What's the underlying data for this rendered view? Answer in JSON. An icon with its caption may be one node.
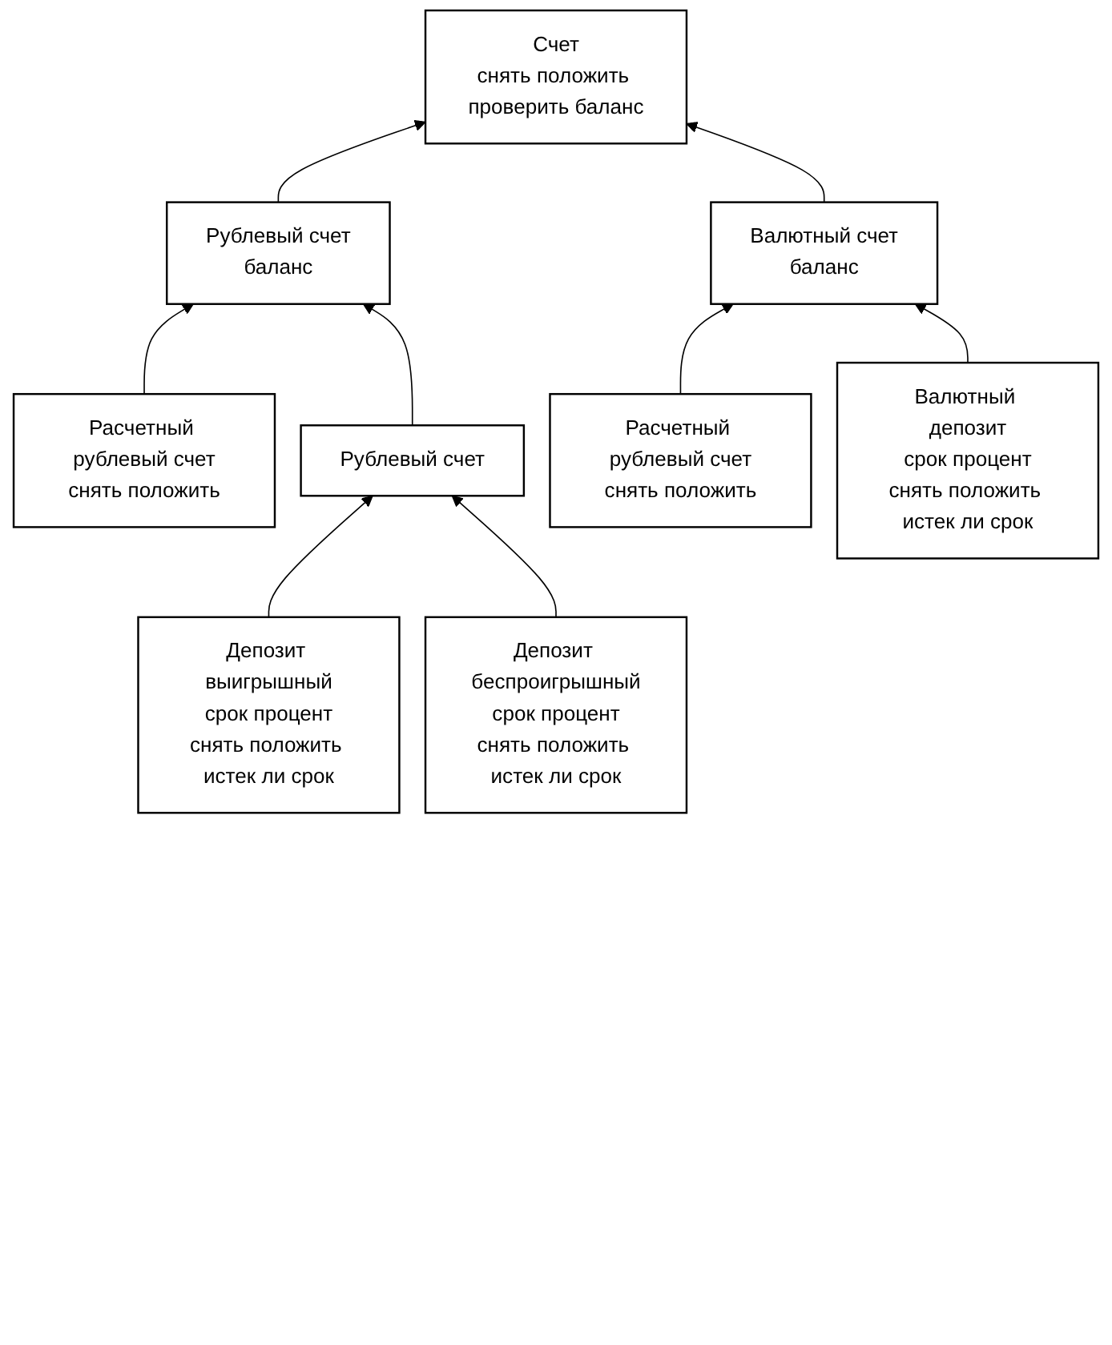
{
  "diagram": {
    "nodes": [
      {
        "text": [
          "Счет",
          "снять положить проверить баланс"
        ]
      },
      {
        "text": [
          "Рублевый счет",
          "баланс"
        ]
      },
      {
        "text": [
          "Валютный счет",
          "баланс"
        ]
      },
      {
        "text": [
          "Расчетный рублевый счет",
          "снять положить"
        ]
      },
      {
        "text": [
          "Рублевый счет"
        ]
      },
      {
        "text": [
          "Расчетный рублевый счет",
          "снять положить"
        ]
      },
      {
        "text": [
          "Валютный депозит",
          "срок процент",
          "снять положить истек ли срок"
        ]
      },
      {
        "text": [
          "Депозит выигрышный",
          "срок процент",
          "снять положить истек ли срок"
        ]
      },
      {
        "text": [
          "Депозит беспроигрышный",
          "срок процент",
          "снять положить истек ли срок"
        ]
      }
    ],
    "edges": [
      {
        "from": 1,
        "to": 0,
        "arrow": "to"
      },
      {
        "from": 2,
        "to": 0,
        "arrow": "to"
      },
      {
        "from": 3,
        "to": 1,
        "arrow": "to"
      },
      {
        "from": 4,
        "to": 1,
        "arrow": "to"
      },
      {
        "from": 5,
        "to": 2,
        "arrow": "to"
      },
      {
        "from": 6,
        "to": 2,
        "arrow": "to"
      },
      {
        "from": 7,
        "to": 4,
        "arrow": "to"
      },
      {
        "from": 8,
        "to": 4,
        "arrow": "to"
      }
    ]
  }
}
